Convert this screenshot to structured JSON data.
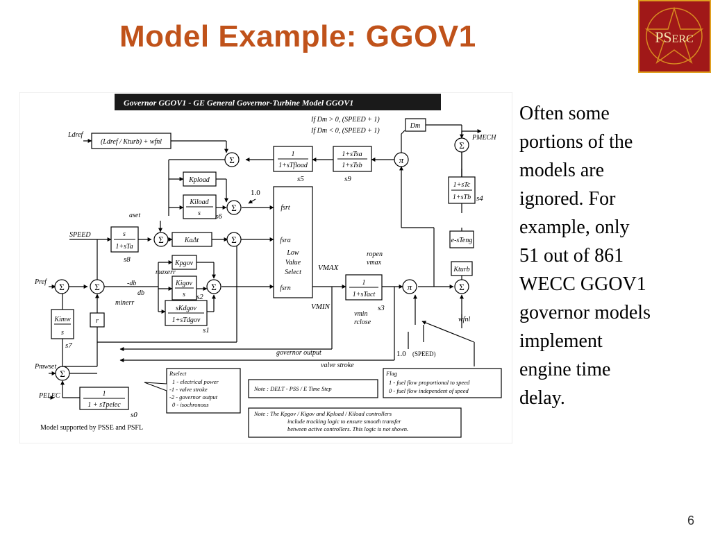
{
  "slide": {
    "title": "Model Example: GGOV1",
    "page_number": "6",
    "logo_text": "PSERC",
    "body_lines": [
      "Often some",
      "portions of the",
      "models are",
      "ignored.  For",
      "example, only",
      "51 out of 861",
      "WECC GGOV1",
      "governor models",
      "implement",
      "engine time",
      "delay."
    ]
  },
  "diagram": {
    "header": "Governor  GGOV1 - GE General Governor-Turbine Model GGOV1",
    "footer": "Model supported by PSSE and PSFL",
    "cond1": "If  Dm  >  0,  (SPEED + 1)",
    "cond2": "If  Dm  <  0,  (SPEED + 1)",
    "inputs": {
      "ldref": "Ldref",
      "speed": "SPEED",
      "pref": "Pref",
      "pmwset": "Pmwset",
      "pelec": "PELEC",
      "pmech": "PMECH",
      "wfnl": "wfnl",
      "aset": "aset",
      "maxerr": "maxerr",
      "minerr": "minerr",
      "db_pos": "-db",
      "db_neg": "db",
      "vmax": "VMAX",
      "vmin": "VMIN",
      "ropen": "ropen",
      "vmax_small": "vmax",
      "vmin_small": "vmin",
      "rclose": "rclose",
      "one_a": "1.0",
      "one_b": "1.0",
      "speed_paren": "(SPEED)",
      "governor_output": "governor output",
      "valve_stroke": "valve stroke",
      "r": "r"
    },
    "blocks": {
      "ldref_block": "(Ldref / Kturb) + wfnl",
      "s5_num": "1",
      "s5_den": "1+sTfload",
      "s9_num": "1+sTsa",
      "s9_den": "1+sTsb",
      "dm": "Dm",
      "kpload": "Kpload",
      "kiload_num": "Kiload",
      "kiload_den": "s",
      "s8_num": "s",
      "s8_den": "1+sTa",
      "ka": "KaΔt",
      "kpgov": "Kpgov",
      "kigov_num": "Kigov",
      "kigov_den": "s",
      "s1_num": "sKdgov",
      "s1_den": "1+sTdgov",
      "kimw_num": "Kimw",
      "kimw_den": "s",
      "s0_num": "1",
      "s0_den": "1 + sTpelec",
      "s3_num": "1",
      "s3_den": "1+sTact",
      "s4_num": "1+sTc",
      "s4_den": "1+sTb",
      "delay": "e-sTeng",
      "kturb": "Kturb"
    },
    "lvs": {
      "fsrt": "fsrt",
      "fsra": "fsra",
      "low": "Low",
      "value": "Value",
      "select": "Select",
      "fsrn": "fsrn"
    },
    "state_labels": [
      "s5",
      "s9",
      "s4",
      "s6",
      "s8",
      "s2",
      "s1",
      "s3",
      "s7",
      "s0"
    ],
    "rselect": {
      "title": "Rselect",
      "lines": [
        "1  -  electrical power",
        "-1  -  valve stroke",
        "-2  -  governor output",
        "0  -  isochronous"
      ]
    },
    "note1": "Note :     DELT - PSS / E Time Step",
    "flag": {
      "title": "Flag",
      "lines": [
        "1  -  fuel flow proportional to speed",
        "0  -  fuel flow independent of speed"
      ]
    },
    "note2": {
      "lines": [
        "Note :     The Kpgov / Kigov and Kpload / Kiload controllers",
        "include tracking logic to ensure smooth transfer",
        "between active controllers. This logic is not shown."
      ]
    }
  },
  "colors": {
    "title": "#c0521a",
    "logo_bg": "#a01818",
    "logo_border": "#e0a020",
    "header_bg": "#1a1a1a"
  }
}
